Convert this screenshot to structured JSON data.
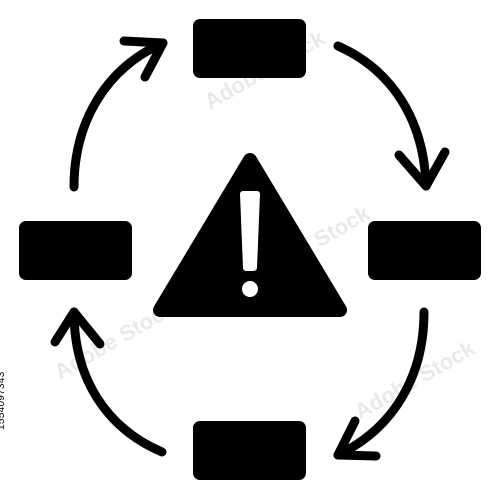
{
  "image_id_text": "1554097343",
  "watermark_text": "Adobe Stock",
  "colors": {
    "background": "#ffffff",
    "foreground": "#000000",
    "watermark": "#cccccc"
  },
  "icons": {
    "center": "warning-triangle-icon",
    "nodes": [
      "rectangle-node",
      "rectangle-node",
      "rectangle-node",
      "rectangle-node"
    ],
    "arrows": [
      "curved-arrow-clockwise"
    ]
  }
}
